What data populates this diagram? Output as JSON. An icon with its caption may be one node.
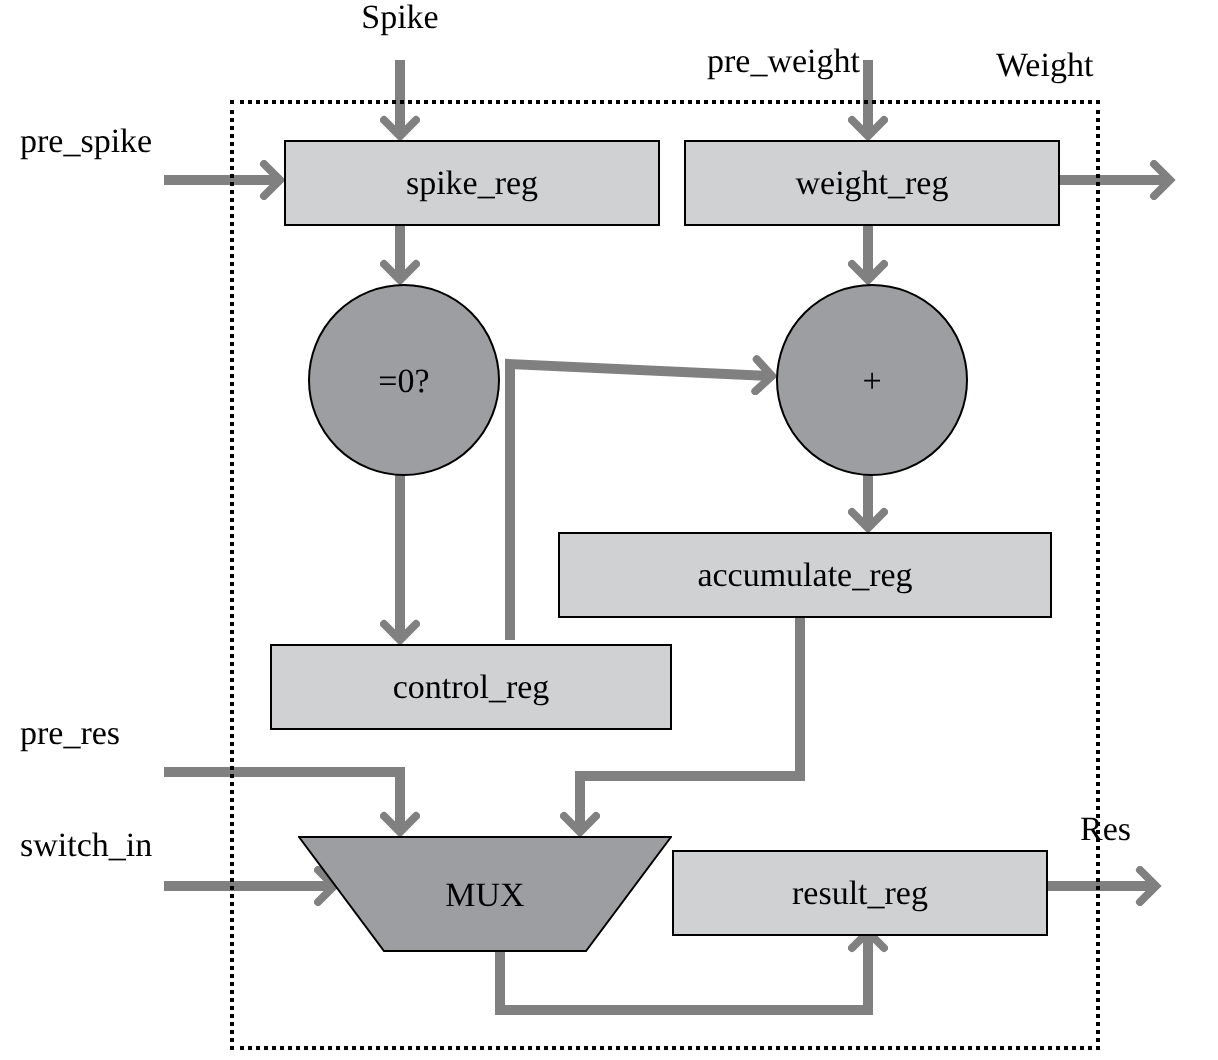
{
  "diagram": {
    "nodes": [
      {
        "text": [],
        "shape": "box"
      },
      {
        "text": [
          "Spike"
        ]
      },
      {
        "text": [
          "pre_weight"
        ]
      },
      {
        "text": [
          "pre_spike"
        ]
      },
      {
        "text": [
          "spike_reg"
        ],
        "in": 0
      },
      {
        "text": [
          "weight_reg"
        ],
        "in": 0
      },
      {
        "text": [
          "=0?"
        ],
        "in": 0
      },
      {
        "text": [
          "+"
        ],
        "in": 0
      },
      {
        "text": [
          "accumulate_reg"
        ],
        "in": 0
      },
      {
        "text": [
          "control_reg"
        ],
        "in": 0
      },
      {
        "text": [
          "pre_res"
        ]
      },
      {
        "text": [
          "switch_in"
        ]
      },
      {
        "text": [
          "MUX"
        ],
        "in": 0
      },
      {
        "text": [
          "result_reg"
        ],
        "in": 0
      }
    ],
    "edges": [
      {
        "from": 1,
        "to": 4,
        "arrow": "to"
      },
      {
        "from": 2,
        "to": 5,
        "arrow": "to"
      },
      {
        "from": 3,
        "to": 4,
        "arrow": "to"
      },
      {
        "from": 5,
        "to": null,
        "arrow": "to"
      },
      {
        "from": 4,
        "to": 6,
        "arrow": "to"
      },
      {
        "from": 5,
        "to": 7,
        "arrow": "to"
      },
      {
        "from": 9,
        "to": 7,
        "arrow": "to"
      },
      {
        "from": 6,
        "to": 9,
        "arrow": "to"
      },
      {
        "from": 7,
        "to": 8,
        "arrow": "to"
      },
      {
        "from": 8,
        "to": 12,
        "arrow": "to"
      },
      {
        "from": 10,
        "to": 12,
        "arrow": "to"
      },
      {
        "from": 11,
        "to": 12,
        "arrow": "to"
      },
      {
        "from": 12,
        "to": 13,
        "arrow": "to"
      },
      {
        "from": 13,
        "to": null,
        "arrow": "to"
      }
    ],
    "labels": [
      "Weight",
      "Res"
    ]
  }
}
